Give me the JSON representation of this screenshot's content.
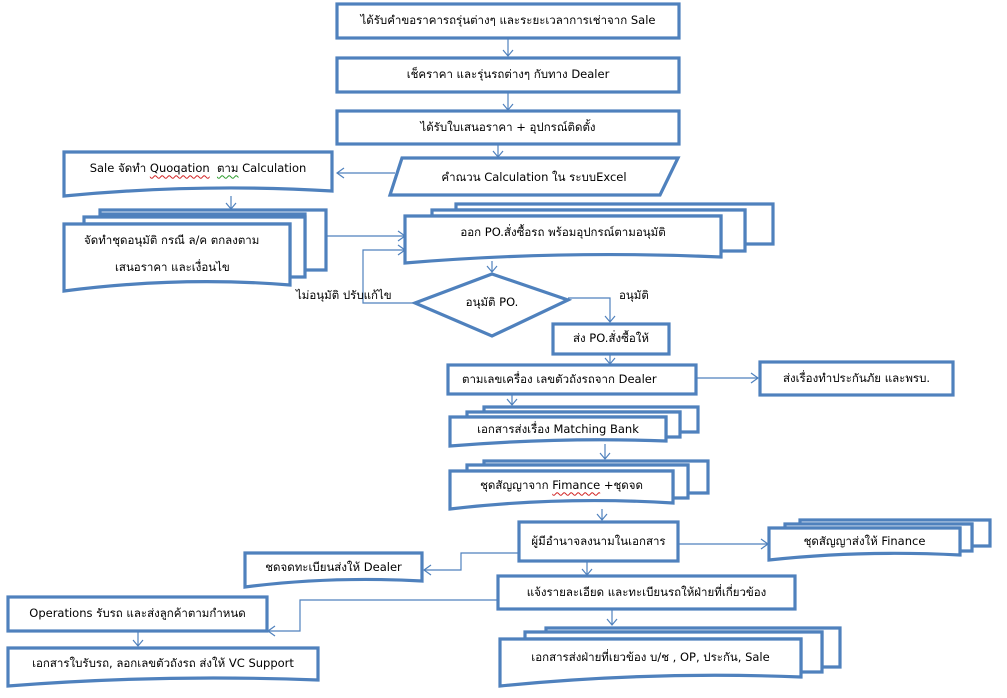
{
  "diagram": {
    "type": "flowchart",
    "colors": {
      "stroke": "#4f81bd",
      "fill": "#ffffff",
      "text": "#000000"
    },
    "nodes": {
      "n1": "ได้รับคำขอราคารถรุ่นต่างๆ และระยะเวลาการเช่าจาก Sale",
      "n2": "เช็คราคา และรุ่นรถต่างๆ กับทาง Dealer",
      "n3": "ได้รับใบเสนอราคา + อุปกรณ์ติดตั้ง",
      "n4": "คำณวน Calculation ใน ระบบExcel",
      "n5_prefix": "Sale จัดทำ",
      "n5_word1": "Quoqation",
      "n5_word2": "ตาม",
      "n5_suffix": "Calculation",
      "n6_line1": "จัดทำชุดอนุมัติ กรณี ล/ค ตกลงตาม",
      "n6_line2": "เสนอราคา และเงื่อนไข",
      "n7": "ออก PO.สั่งซื้อรถ พร้อมอุปกรณ์ตามอนุมัติ",
      "n8": "อนุมัติ PO.",
      "n9": "ส่ง PO.สั่งซื้อให้",
      "n10": "ตามเลขเครื่อง เลขตัวถังรถจาก Dealer",
      "n11": "ส่งเรื่องทำประกันภัย และพรบ.",
      "n12": "เอกสารส่งเรื่อง Matching Bank",
      "n13_prefix": "ชุดสัญญาจาก",
      "n13_word": "Fimance",
      "n13_suffix": "+ชุดจด",
      "n14": "ผู้มีอำนาจลงนามในเอกสาร",
      "n15": "ชุดสัญญาส่งให้ Finance",
      "n16": "ชดจดทะเบียนส่งให้ Dealer",
      "n17": "แจ้งรายละเอียด และทะเบียนรถให้ฝ่ายที่เกี่ยวข้อง",
      "n18": "Operations รับรถ และส่งลูกค้าตามกำหนด",
      "n19": "เอกสารใบรับรถ, ลอกเลขตัวถังรถ ส่งให้ VC Support",
      "n20": "เอกสารส่งฝ่ายที่เยวข้อง บ/ช , OP, ประกัน, Sale"
    },
    "edge_labels": {
      "reject": "ไม่อนุมัติ  ปรับแก้ไข",
      "approve": "อนุมัติ"
    }
  }
}
